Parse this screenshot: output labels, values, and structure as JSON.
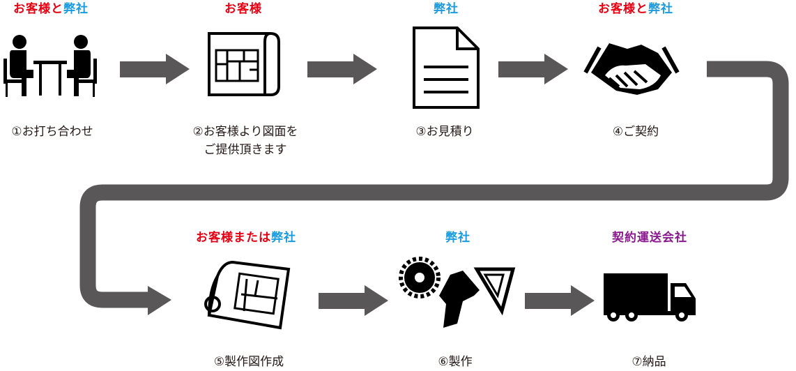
{
  "steps": [
    {
      "number": "①",
      "label": "お打ち合わせ",
      "who": [
        {
          "text": "お客様",
          "color": "#e60012"
        },
        {
          "text": "と",
          "color": "#e60012"
        },
        {
          "text": "弊社",
          "color": "#1a9be0"
        }
      ]
    },
    {
      "number": "②",
      "label": "お客様より図面を",
      "label2": "ご提供頂きます",
      "who": [
        {
          "text": "お客様",
          "color": "#e60012"
        }
      ]
    },
    {
      "number": "③",
      "label": "お見積り",
      "who": [
        {
          "text": "弊社",
          "color": "#1a9be0"
        }
      ]
    },
    {
      "number": "④",
      "label": "ご契約",
      "who": [
        {
          "text": "お客様",
          "color": "#e60012"
        },
        {
          "text": "と",
          "color": "#e60012"
        },
        {
          "text": "弊社",
          "color": "#1a9be0"
        }
      ]
    },
    {
      "number": "⑤",
      "label": "製作図作成",
      "who": [
        {
          "text": "お客様",
          "color": "#e60012"
        },
        {
          "text": "または",
          "color": "#e60012"
        },
        {
          "text": "弊社",
          "color": "#1a9be0"
        }
      ]
    },
    {
      "number": "⑥",
      "label": "製作",
      "who": [
        {
          "text": "弊社",
          "color": "#1a9be0"
        }
      ]
    },
    {
      "number": "⑦",
      "label": "納品",
      "who": [
        {
          "text": "契約運送会社",
          "color": "#8a1a8e"
        }
      ]
    }
  ],
  "icons": [
    "meeting-icon",
    "drawing-icon",
    "document-icon",
    "handshake-icon",
    "blueprint-icon",
    "tools-icon",
    "truck-icon"
  ],
  "colors": {
    "arrow": "#595757",
    "icon": "#000000",
    "text": "#231815"
  }
}
